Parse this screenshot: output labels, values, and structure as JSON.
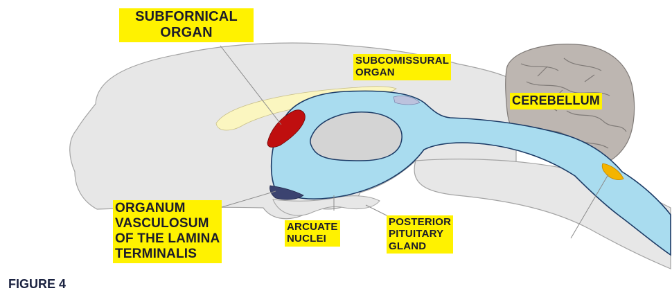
{
  "labels": {
    "subfornical_organ": [
      "SUBFORNICAL",
      "ORGAN"
    ],
    "subcomissural_organ": [
      "SUBCOMISSURAL",
      "ORGAN"
    ],
    "cerebellum": [
      "CEREBELLUM"
    ],
    "ovlt": [
      "ORGANUM",
      "VASCULOSUM",
      "OF THE LAMINA",
      "TERMINALIS"
    ],
    "arcuate_nuclei": [
      "ARCUATE",
      "NUCLEI"
    ],
    "posterior_pituitary": [
      "POSTERIOR",
      "PITUITARY",
      "GLAND"
    ]
  },
  "caption": "FIGURE 4",
  "colors": {
    "label_highlight": "#fff200",
    "brain_tissue": "#e7e7e7",
    "ventricle": "#a9dcef",
    "ventricle_outline": "#1c3b66",
    "subfornical_organ": "#bf0f0f",
    "ovlt": "#3b4370",
    "subcomissural_organ": "#bcc2dd",
    "area_postrema": "#f4b400",
    "cerebellum": "#bdb6b1",
    "fornix": "#fbf6c0"
  }
}
